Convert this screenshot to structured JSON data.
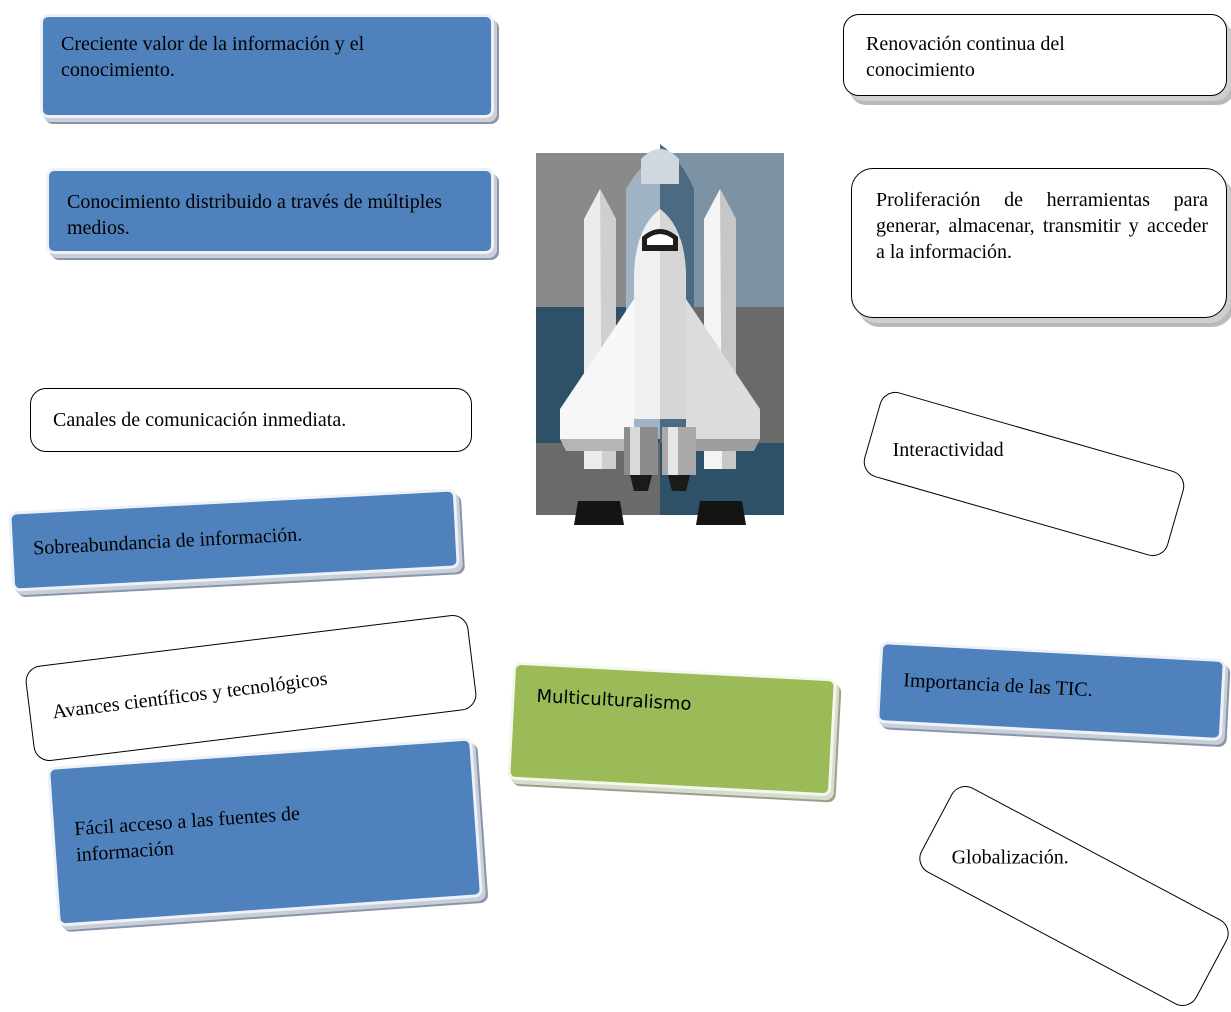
{
  "boxes": {
    "creciente": "Creciente valor de la información y el conocimiento.",
    "distribuido": "Conocimiento distribuido a través de múltiples medios.",
    "canales": "Canales de comunicación inmediata.",
    "sobreabundancia": "Sobreabundancia de información.",
    "avances": "Avances científicos y tecnológicos",
    "facil": "Fácil acceso a las fuentes de información",
    "multicultural": "Multiculturalismo",
    "renovacion": "Renovación continua del conocimiento",
    "proliferacion": "Proliferación de herramientas para generar, almacenar, transmitir y acceder a la información.",
    "interactividad": "Interactividad",
    "importancia": "Importancia de las TIC.",
    "globalizacion": "Globalización."
  },
  "colors": {
    "blue_box": "#4f81bd",
    "green_box": "#9bbb59",
    "white_box": "#ffffff"
  },
  "image": "space-shuttle-icon"
}
